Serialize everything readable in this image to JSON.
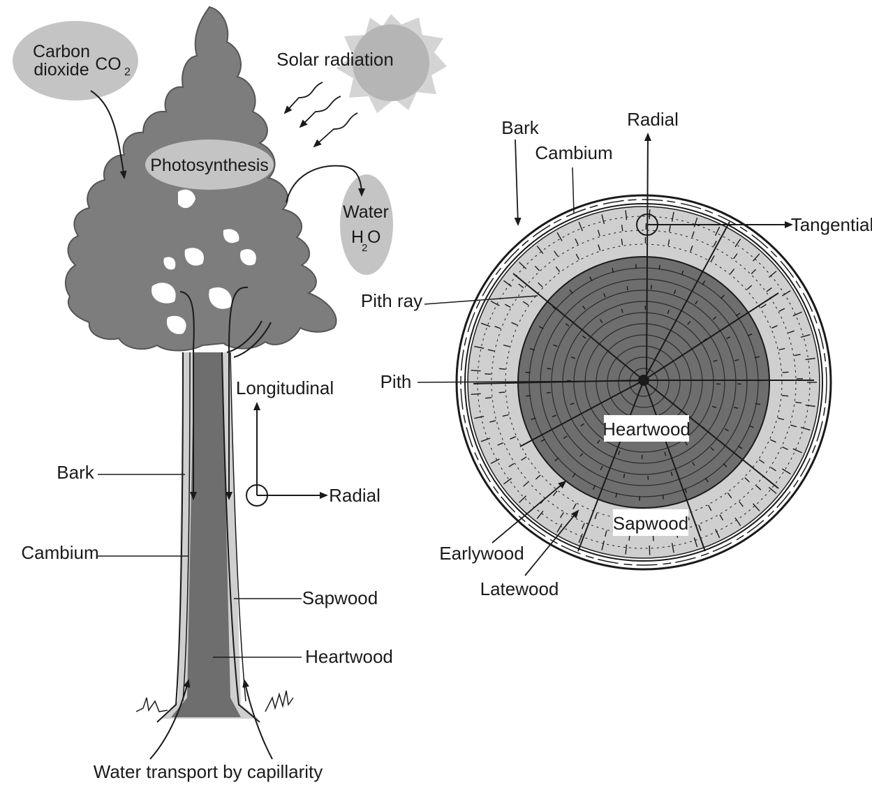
{
  "tree": {
    "co2_line1": "Carbon",
    "co2_line2": "dioxide",
    "co2_formula": "CO",
    "co2_sub": "2",
    "solar": "Solar radiation",
    "photosynthesis": "Photosynthesis",
    "water": "Water",
    "water_formula_h": "H",
    "water_formula_sub": "2",
    "water_formula_o": "O",
    "longitudinal": "Longitudinal",
    "radial": "Radial",
    "bark": "Bark",
    "cambium": "Cambium",
    "sapwood": "Sapwood",
    "heartwood": "Heartwood",
    "water_transport": "Water transport by capillarity"
  },
  "section": {
    "bark": "Bark",
    "cambium": "Cambium",
    "radial": "Radial",
    "tangential": "Tangential",
    "pith_ray": "Pith ray",
    "pith": "Pith",
    "heartwood": "Heartwood",
    "sapwood": "Sapwood",
    "earlywood": "Earlywood",
    "latewood": "Latewood"
  },
  "colors": {
    "foliage": "#7d7d7d",
    "heartwood": "#6e6e6e",
    "sapwood": "#cfcfcf",
    "bubble": "#c4c4c4",
    "sun": "#bdbdbd",
    "ink": "#1a1a1a"
  }
}
